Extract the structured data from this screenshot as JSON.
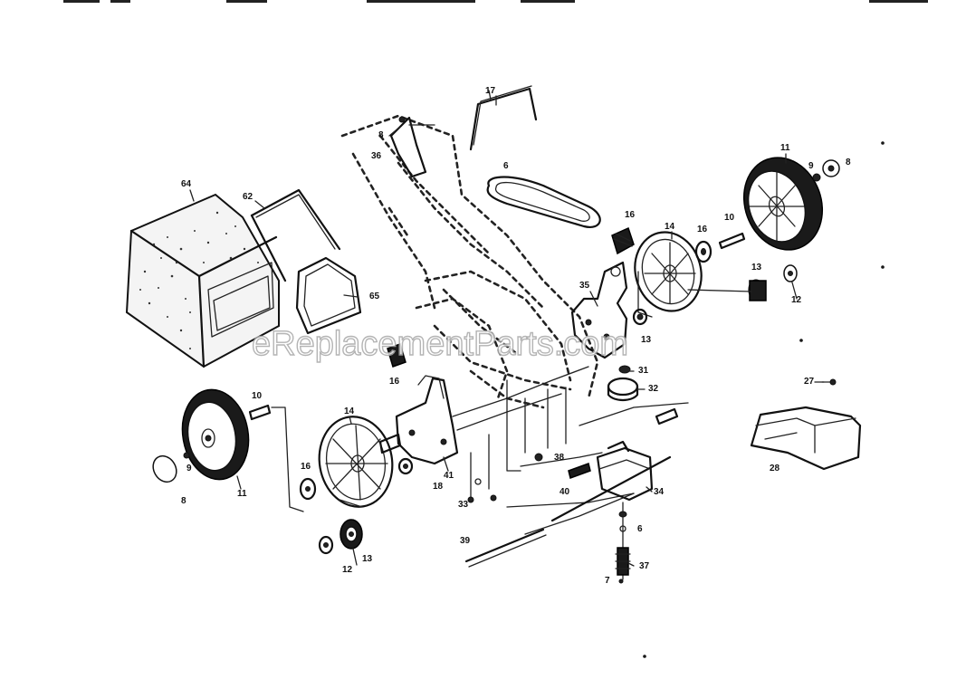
{
  "watermark": "eReplacementParts.com",
  "callouts": [
    {
      "id": "c-17a",
      "text": "17"
    },
    {
      "id": "c-6a",
      "text": "6"
    },
    {
      "id": "c-8top",
      "text": "8"
    },
    {
      "id": "c-36",
      "text": "36"
    },
    {
      "id": "c-64",
      "text": "64"
    },
    {
      "id": "c-62",
      "text": "62"
    },
    {
      "id": "c-65",
      "text": "65"
    },
    {
      "id": "c-16a",
      "text": "16"
    },
    {
      "id": "c-14a",
      "text": "14"
    },
    {
      "id": "c-16b",
      "text": "16"
    },
    {
      "id": "c-10a",
      "text": "10"
    },
    {
      "id": "c-11a",
      "text": "11"
    },
    {
      "id": "c-9a",
      "text": "9"
    },
    {
      "id": "c-8a",
      "text": "8"
    },
    {
      "id": "c-13a",
      "text": "13"
    },
    {
      "id": "c-12a",
      "text": "12"
    },
    {
      "id": "c-35",
      "text": "35"
    },
    {
      "id": "c-13b",
      "text": "13"
    },
    {
      "id": "c-16c",
      "text": "16"
    },
    {
      "id": "c-31",
      "text": "31"
    },
    {
      "id": "c-32",
      "text": "32"
    },
    {
      "id": "c-27",
      "text": "27"
    },
    {
      "id": "c-28",
      "text": "28"
    },
    {
      "id": "c-10b",
      "text": "10"
    },
    {
      "id": "c-14b",
      "text": "14"
    },
    {
      "id": "c-9b",
      "text": "9"
    },
    {
      "id": "c-11b",
      "text": "11"
    },
    {
      "id": "c-8b",
      "text": "8"
    },
    {
      "id": "c-16d",
      "text": "16"
    },
    {
      "id": "c-18",
      "text": "18"
    },
    {
      "id": "c-41",
      "text": "41"
    },
    {
      "id": "c-33",
      "text": "33"
    },
    {
      "id": "c-38",
      "text": "38"
    },
    {
      "id": "c-40",
      "text": "40"
    },
    {
      "id": "c-34",
      "text": "34"
    },
    {
      "id": "c-6b",
      "text": "6"
    },
    {
      "id": "c-37",
      "text": "37"
    },
    {
      "id": "c-7",
      "text": "7"
    },
    {
      "id": "c-39",
      "text": "39"
    },
    {
      "id": "c-13c",
      "text": "13"
    },
    {
      "id": "c-12b",
      "text": "12"
    }
  ]
}
